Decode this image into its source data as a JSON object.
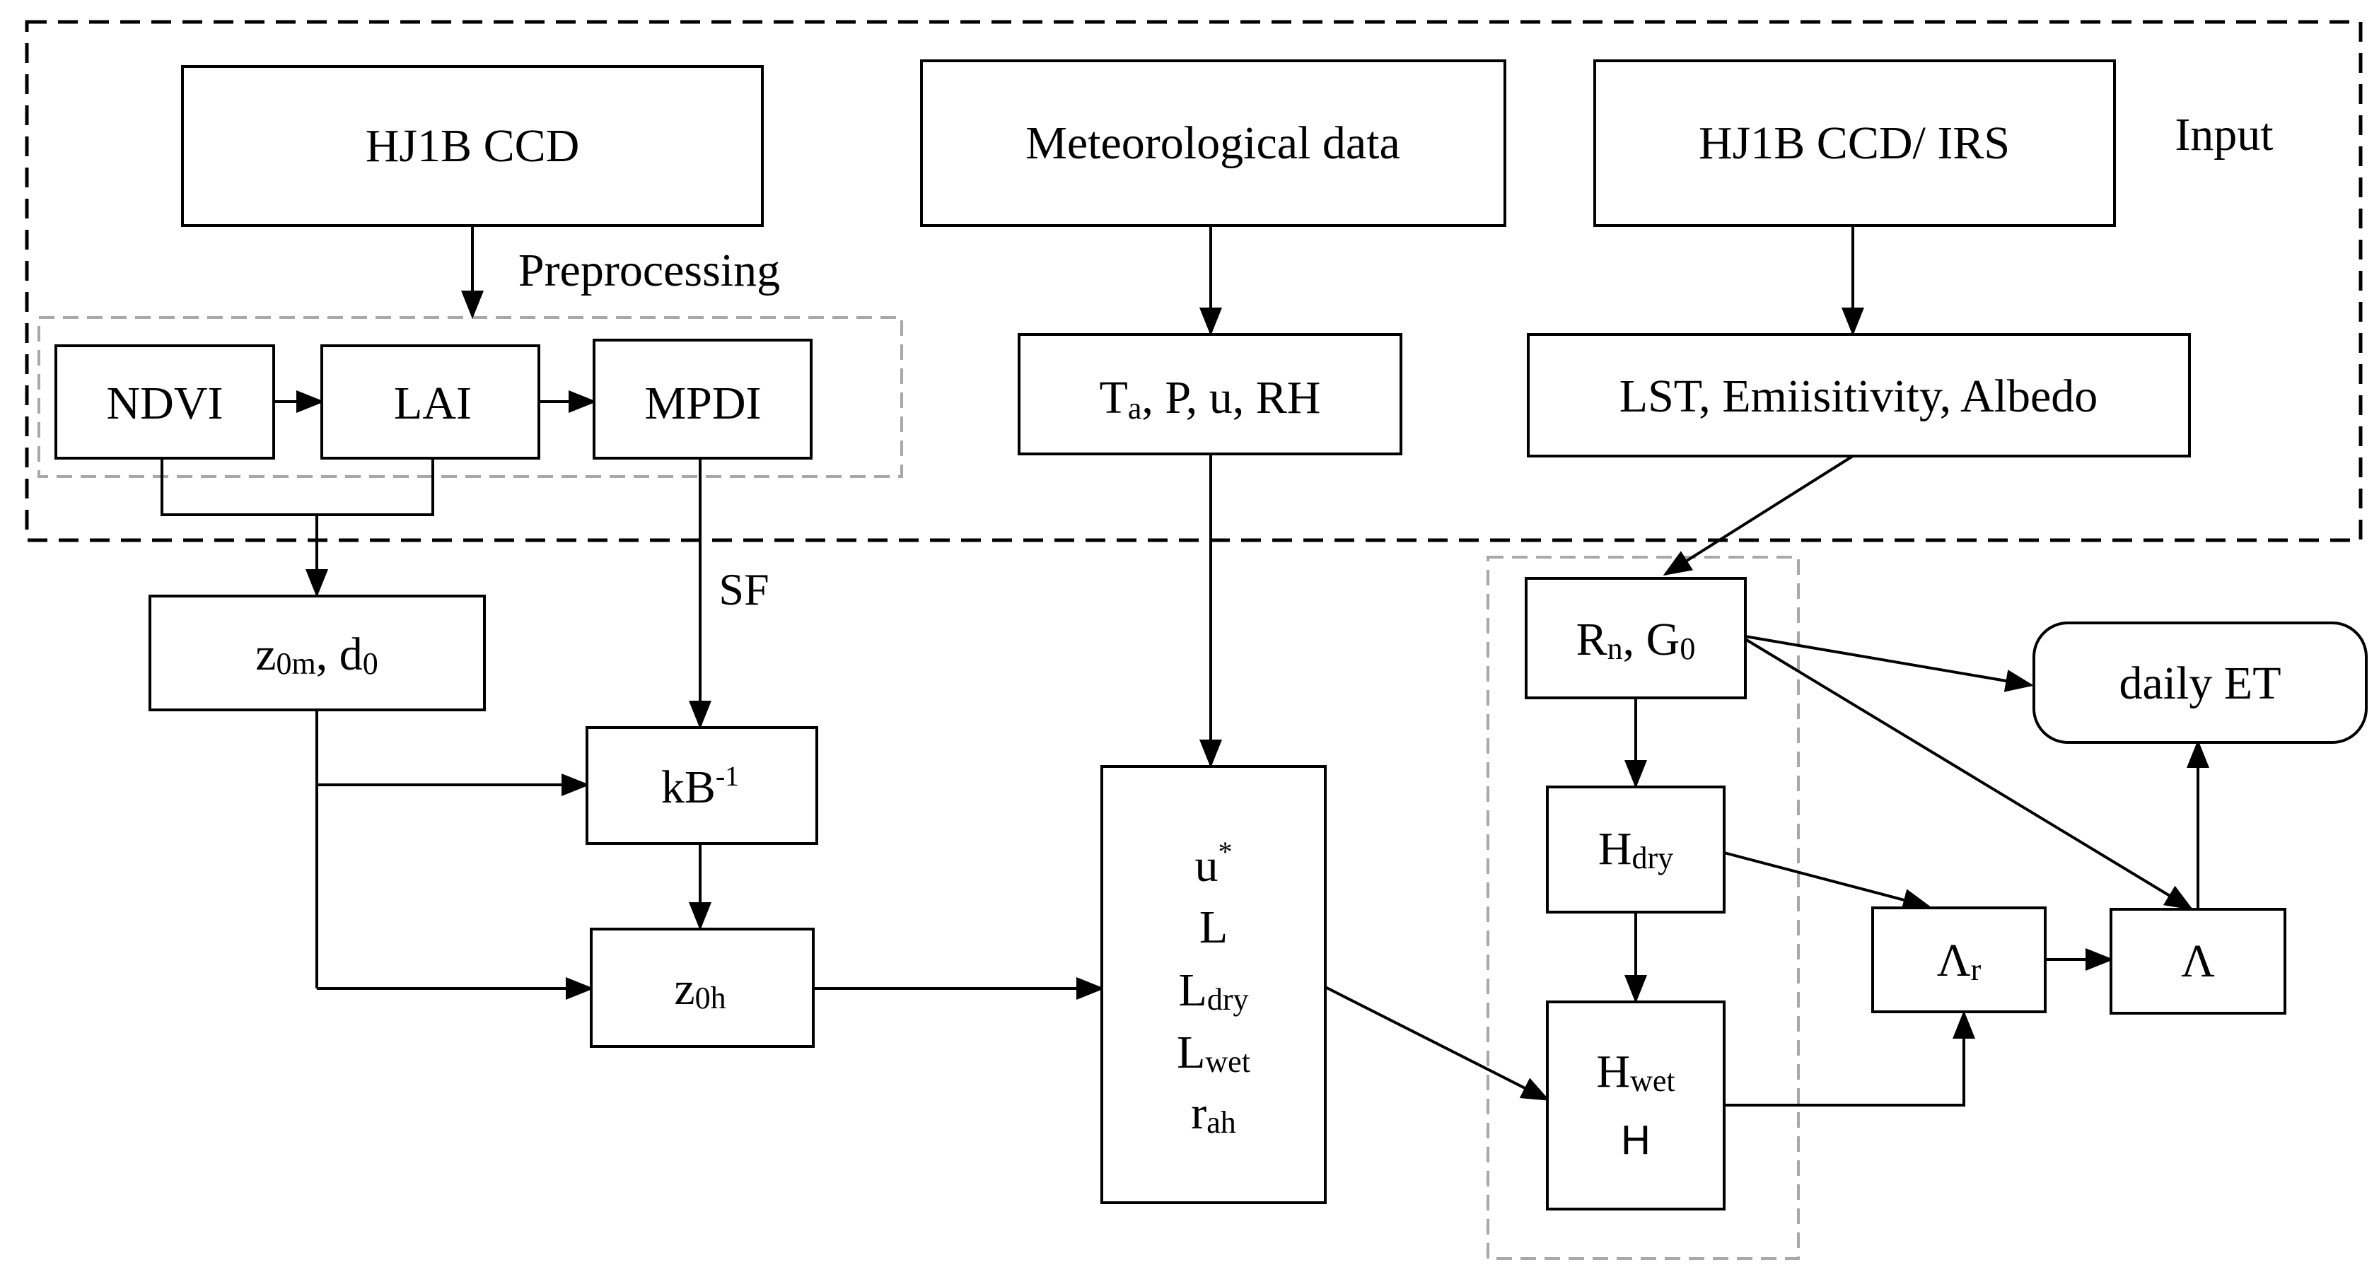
{
  "sections": {
    "input": "Input",
    "preprocessing": "Preprocessing"
  },
  "edge_labels": {
    "sf": "SF"
  },
  "nodes": {
    "hj1b_ccd": "HJ1B CCD",
    "meteorological": "Meteorological data",
    "hj1b_ccd_irs": "HJ1B CCD/ IRS",
    "ndvi": "NDVI",
    "lai": "LAI",
    "mpdi": "MPDI",
    "met_vars": {
      "t": "T",
      "t_sub": "a",
      "rest": ", P, u, RH"
    },
    "surface_vars": "LST, Emiisitivity, Albedo",
    "roughness": {
      "z": "z",
      "z_sub": "0m",
      "sep": ", d",
      "d_sub": "0"
    },
    "kb": {
      "base": "kB",
      "sup": "-1"
    },
    "z0h": {
      "z": "z",
      "z_sub": "0h"
    },
    "stability": {
      "u": "u",
      "u_sup": "*",
      "l": "L",
      "ldry": "L",
      "ldry_sub": "dry",
      "lwet": "L",
      "lwet_sub": "wet",
      "rah": "r",
      "rah_sub": "ah"
    },
    "rn_g0": {
      "r": "R",
      "r_sub": "n",
      "sep": ", G",
      "g_sub": "0"
    },
    "hdry": {
      "h": "H",
      "h_sub": "dry"
    },
    "hwet": {
      "h": "H",
      "h_sub": "wet",
      "h2": "H"
    },
    "lambda_r": {
      "sym": "Λ",
      "sub": "r"
    },
    "lambda": "Λ",
    "daily_et": "daily ET"
  }
}
